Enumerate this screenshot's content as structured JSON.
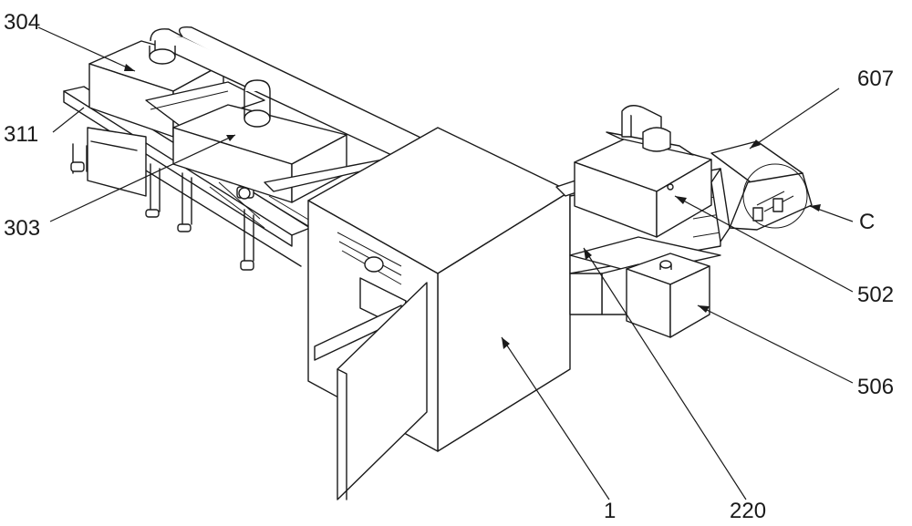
{
  "labels": {
    "l304": "304",
    "l311": "311",
    "l303": "303",
    "l1": "1",
    "l220": "220",
    "l607": "607",
    "lC": "C",
    "l502": "502",
    "l506": "506"
  }
}
